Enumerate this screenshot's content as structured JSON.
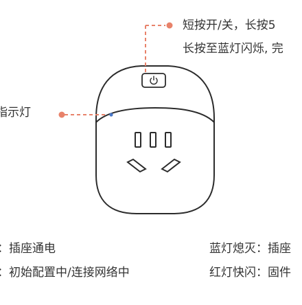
{
  "diagram": {
    "callout_power_button_line1": "短按开/关，长按5",
    "callout_power_button_line2": "长按至蓝灯闪烁, 完",
    "callout_indicator": "指示灯"
  },
  "legend": {
    "left_row1": "：插座通电",
    "left_row2": "：初始配置中/连接网络中",
    "right_row1": "蓝灯熄灭：插座",
    "right_row2": "红灯快闪：固件"
  },
  "colors": {
    "accent": "#e8826a",
    "indicator_light": "#4a78c8",
    "outline": "#2b2b2b"
  }
}
